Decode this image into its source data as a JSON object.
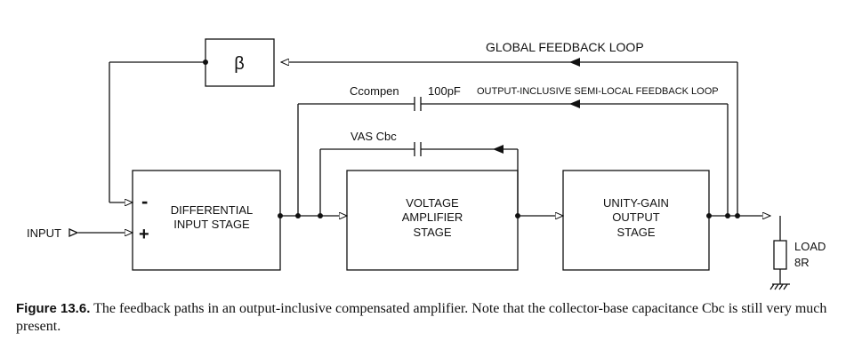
{
  "diagram": {
    "beta_label": "β",
    "global_feedback_label": "GLOBAL FEEDBACK LOOP",
    "semi_local_label": "OUTPUT-INCLUSIVE SEMI-LOCAL FEEDBACK LOOP",
    "ccompen_label": "Ccompen",
    "ccompen_value": "100pF",
    "vas_cbc_label": "VAS Cbc",
    "input_label": "INPUT",
    "minus_sign": "-",
    "plus_sign": "+",
    "diff_stage": [
      "DIFFERENTIAL",
      "INPUT STAGE"
    ],
    "vas_stage": [
      "VOLTAGE",
      "AMPLIFIER",
      "STAGE"
    ],
    "output_stage": [
      "UNITY-GAIN",
      "OUTPUT",
      "STAGE"
    ],
    "load_label": "LOAD",
    "load_value": "8R"
  },
  "caption": {
    "prefix": "Figure 13.6.",
    "text": "The feedback paths in an output-inclusive compensated amplifier. Note that the collector-base capacitance Cbc is still very much present."
  }
}
